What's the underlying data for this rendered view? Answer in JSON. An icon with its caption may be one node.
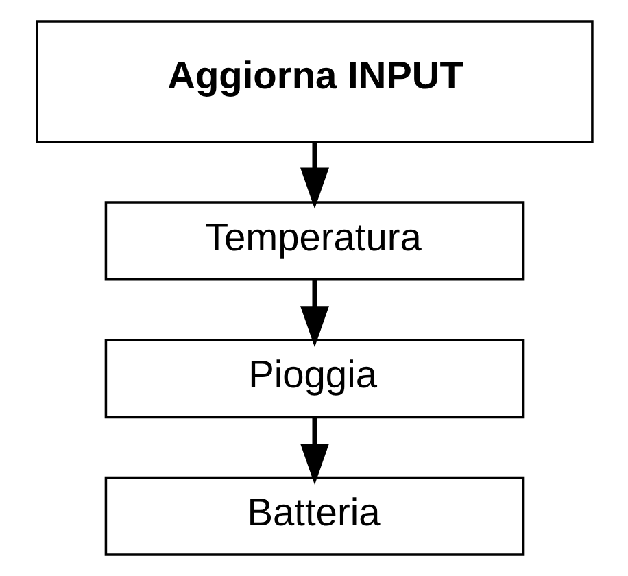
{
  "diagram": {
    "nodes": [
      {
        "text": [
          "Aggiorna INPUT"
        ]
      },
      {
        "text": [
          "Temperatura"
        ]
      },
      {
        "text": [
          "Pioggia"
        ]
      },
      {
        "text": [
          "Batteria"
        ]
      }
    ],
    "edges": [
      {
        "from": 0,
        "to": 1,
        "arrow": "to"
      },
      {
        "from": 1,
        "to": 2,
        "arrow": "to"
      },
      {
        "from": 2,
        "to": 3,
        "arrow": "to"
      }
    ]
  }
}
